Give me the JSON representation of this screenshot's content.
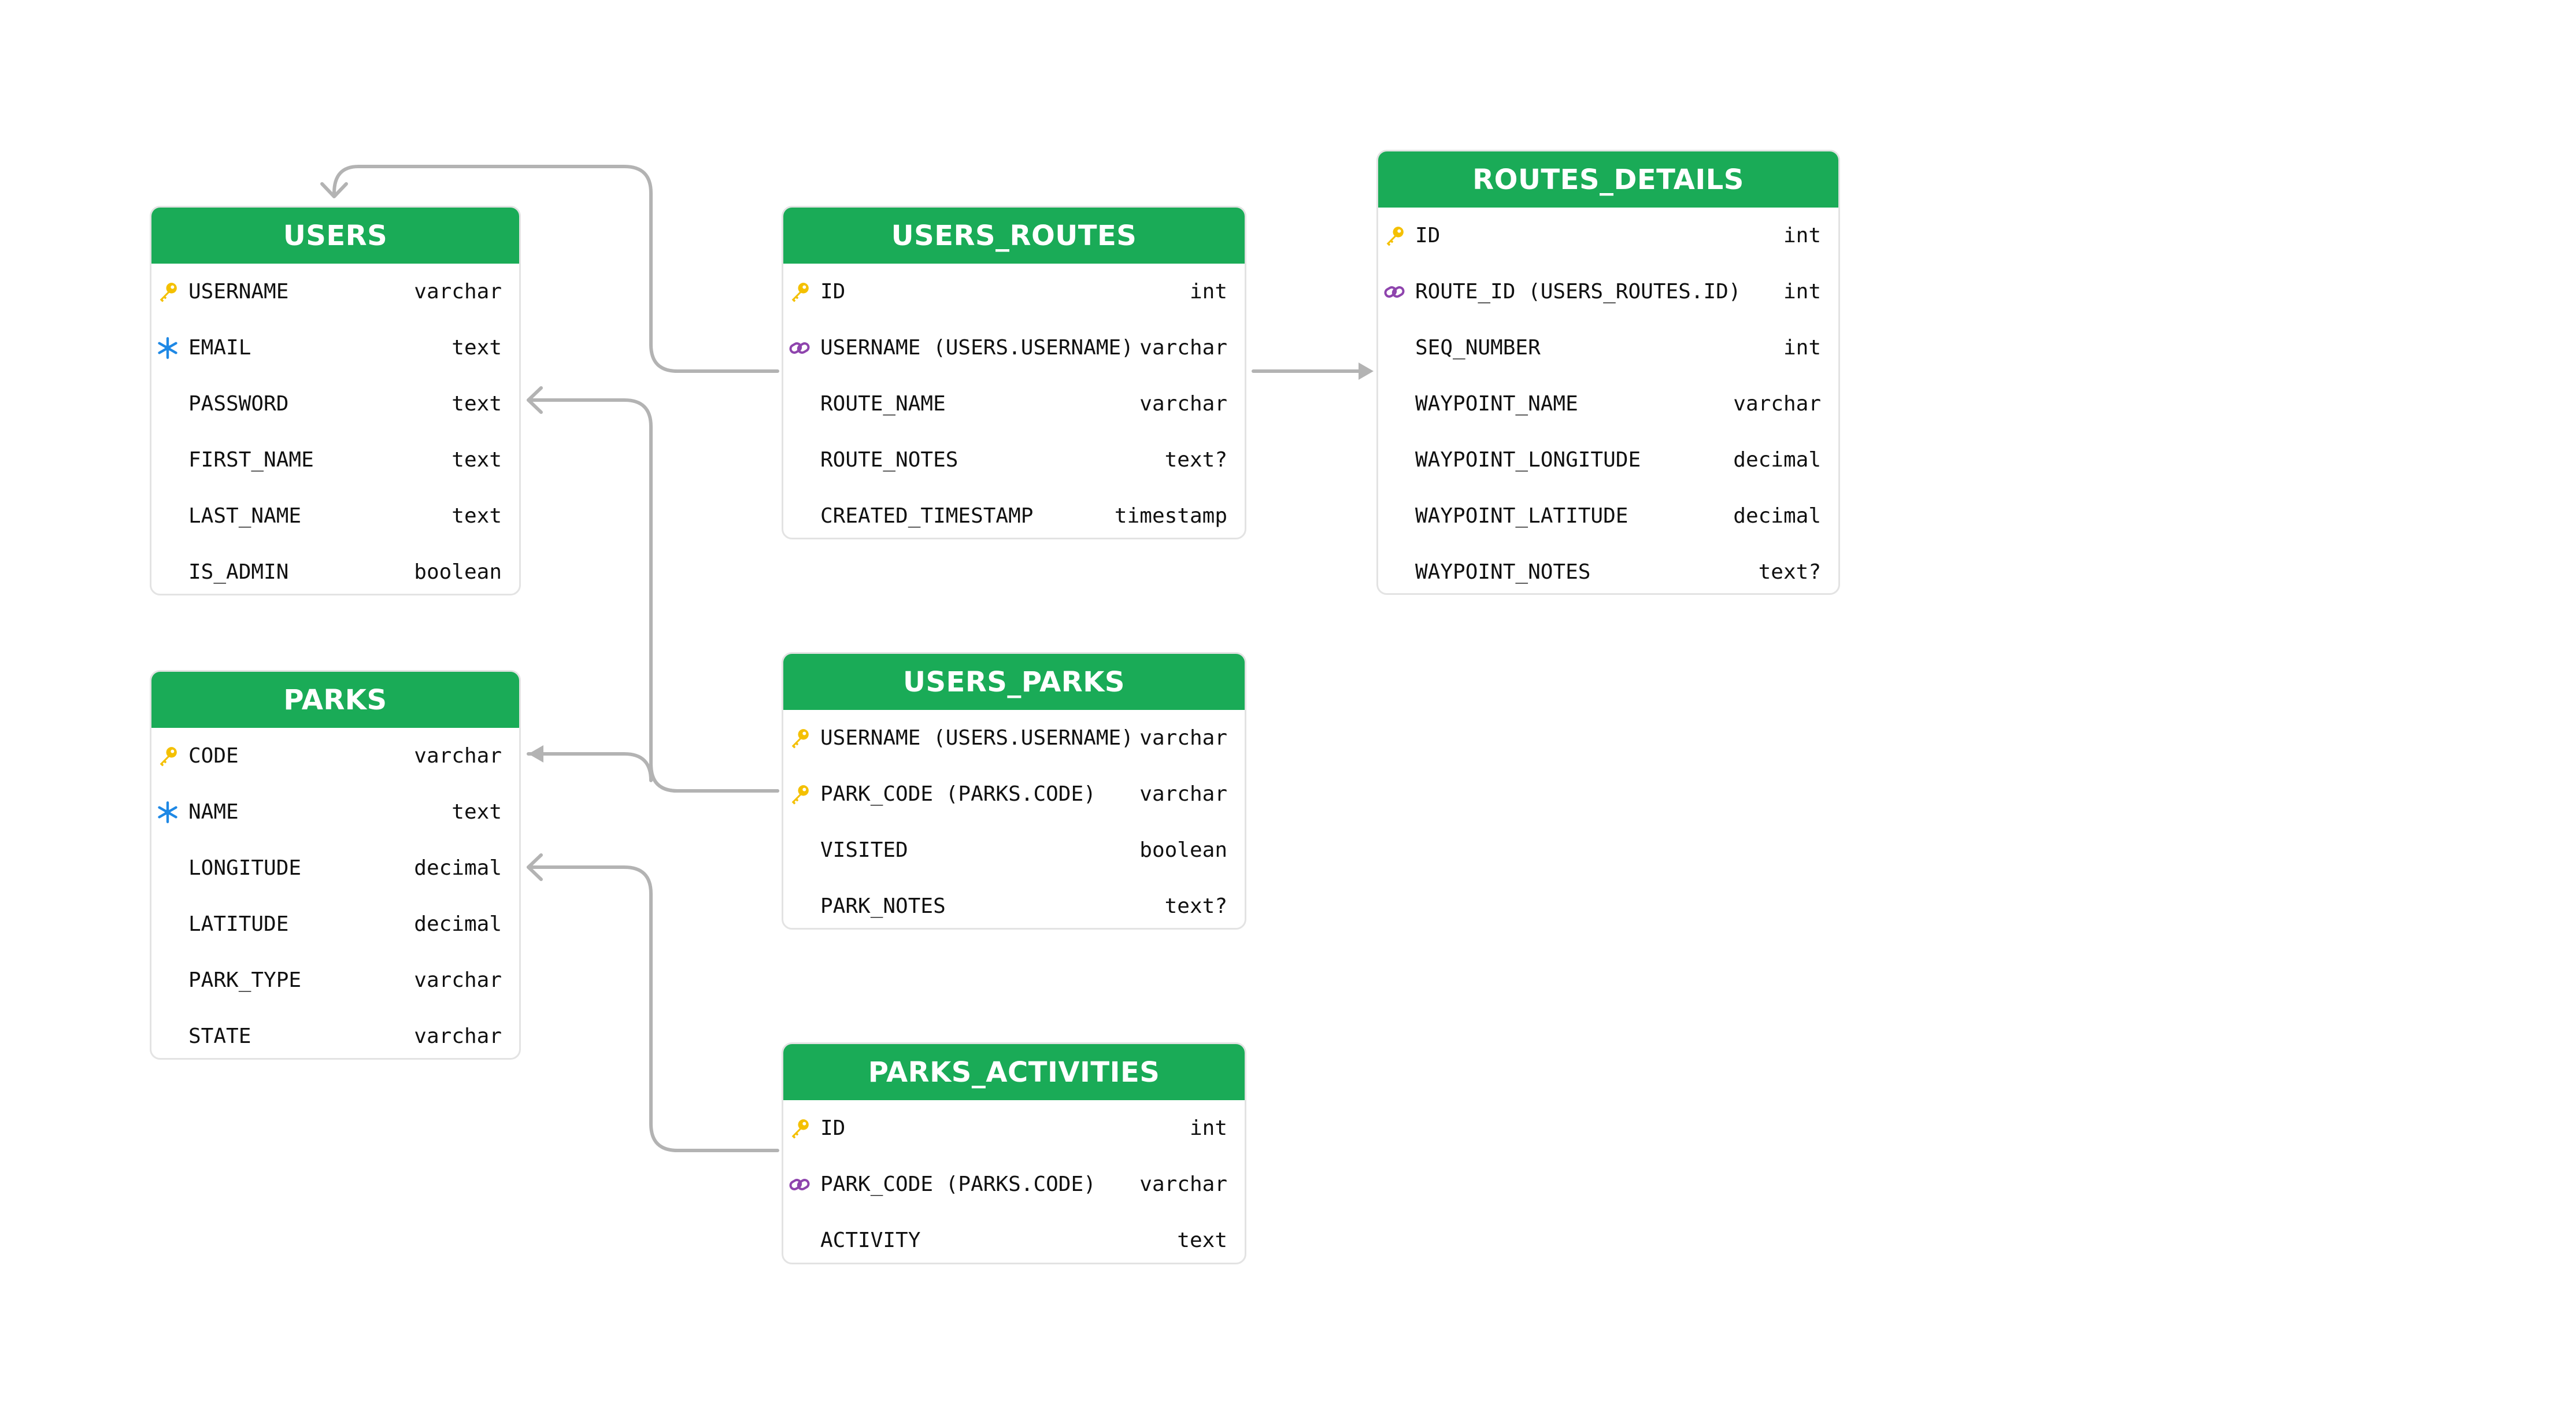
{
  "colors": {
    "header": "#1aab57",
    "connector": "#b3b3b3",
    "pk_icon": "#f4c000",
    "unique_icon": "#1e88e5",
    "fk_icon": "#8e44ad"
  },
  "tables": {
    "users": {
      "title": "USERS",
      "rows": [
        {
          "name": "USERNAME",
          "type": "varchar",
          "icon": "key-icon"
        },
        {
          "name": "EMAIL",
          "type": "text",
          "icon": "snowflake-icon"
        },
        {
          "name": "PASSWORD",
          "type": "text",
          "icon": ""
        },
        {
          "name": "FIRST_NAME",
          "type": "text",
          "icon": ""
        },
        {
          "name": "LAST_NAME",
          "type": "text",
          "icon": ""
        },
        {
          "name": "IS_ADMIN",
          "type": "boolean",
          "icon": ""
        }
      ]
    },
    "parks": {
      "title": "PARKS",
      "rows": [
        {
          "name": "CODE",
          "type": "varchar",
          "icon": "key-icon"
        },
        {
          "name": "NAME",
          "type": "text",
          "icon": "snowflake-icon"
        },
        {
          "name": "LONGITUDE",
          "type": "decimal",
          "icon": ""
        },
        {
          "name": "LATITUDE",
          "type": "decimal",
          "icon": ""
        },
        {
          "name": "PARK_TYPE",
          "type": "varchar",
          "icon": ""
        },
        {
          "name": "STATE",
          "type": "varchar",
          "icon": ""
        }
      ]
    },
    "users_routes": {
      "title": "USERS_ROUTES",
      "rows": [
        {
          "name": "ID",
          "type": "int",
          "icon": "key-icon"
        },
        {
          "name": "USERNAME (USERS.USERNAME)",
          "type": "varchar",
          "icon": "link-icon"
        },
        {
          "name": "ROUTE_NAME",
          "type": "varchar",
          "icon": ""
        },
        {
          "name": "ROUTE_NOTES",
          "type": "text?",
          "icon": ""
        },
        {
          "name": "CREATED_TIMESTAMP",
          "type": "timestamp",
          "icon": ""
        }
      ]
    },
    "users_parks": {
      "title": "USERS_PARKS",
      "rows": [
        {
          "name": "USERNAME (USERS.USERNAME)",
          "type": "varchar",
          "icon": "key-icon"
        },
        {
          "name": "PARK_CODE (PARKS.CODE)",
          "type": "varchar",
          "icon": "key-icon"
        },
        {
          "name": "VISITED",
          "type": "boolean",
          "icon": ""
        },
        {
          "name": "PARK_NOTES",
          "type": "text?",
          "icon": ""
        }
      ]
    },
    "parks_activities": {
      "title": "PARKS_ACTIVITIES",
      "rows": [
        {
          "name": "ID",
          "type": "int",
          "icon": "key-icon"
        },
        {
          "name": "PARK_CODE (PARKS.CODE)",
          "type": "varchar",
          "icon": "link-icon"
        },
        {
          "name": "ACTIVITY",
          "type": "text",
          "icon": ""
        }
      ]
    },
    "routes_details": {
      "title": "ROUTES_DETAILS",
      "rows": [
        {
          "name": "ID",
          "type": "int",
          "icon": "key-icon"
        },
        {
          "name": "ROUTE_ID (USERS_ROUTES.ID)",
          "type": "int",
          "icon": "link-icon"
        },
        {
          "name": "SEQ_NUMBER",
          "type": "int",
          "icon": ""
        },
        {
          "name": "WAYPOINT_NAME",
          "type": "varchar",
          "icon": ""
        },
        {
          "name": "WAYPOINT_LONGITUDE",
          "type": "decimal",
          "icon": ""
        },
        {
          "name": "WAYPOINT_LATITUDE",
          "type": "decimal",
          "icon": ""
        },
        {
          "name": "WAYPOINT_NOTES",
          "type": "text?",
          "icon": ""
        }
      ]
    }
  },
  "relations": [
    {
      "from": "USERS_ROUTES.USERNAME",
      "to": "USERS"
    },
    {
      "from": "USERS_ROUTES",
      "to": "ROUTES_DETAILS.ROUTE_ID"
    },
    {
      "from": "USERS_PARKS.USERNAME",
      "to": "USERS.PASSWORD"
    },
    {
      "from": "USERS_PARKS.PARK_CODE",
      "to": "PARKS.CODE"
    },
    {
      "from": "PARKS_ACTIVITIES.PARK_CODE",
      "to": "PARKS.LONGITUDE"
    }
  ]
}
